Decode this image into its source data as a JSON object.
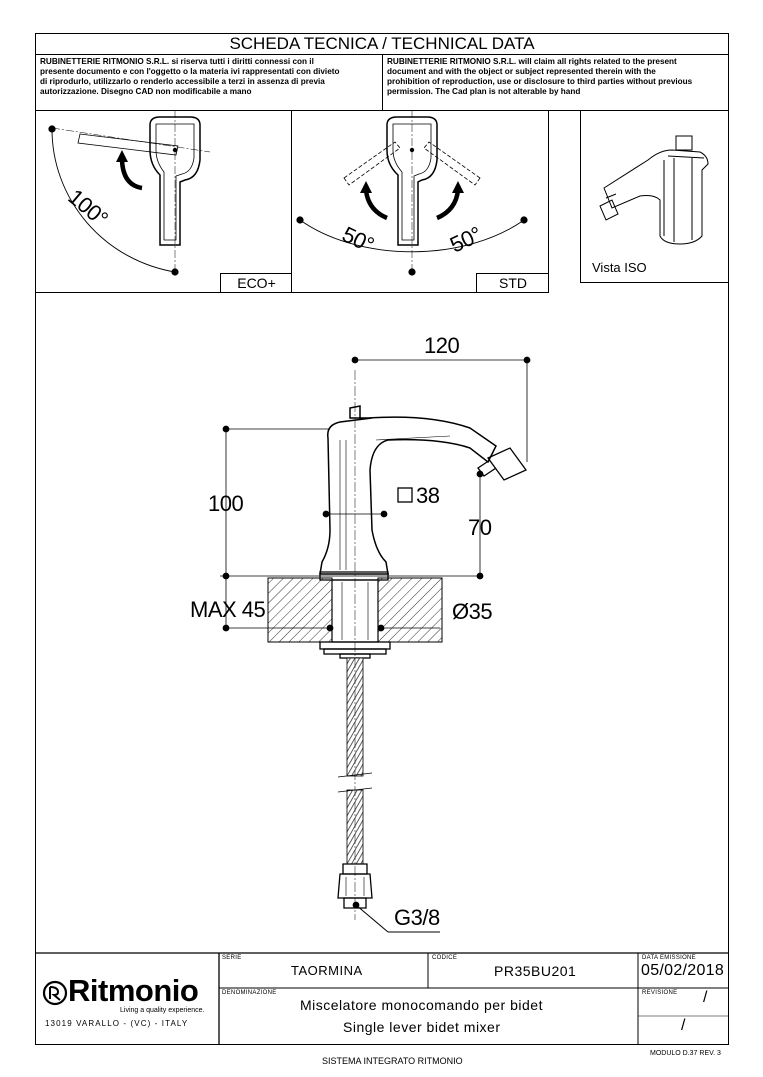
{
  "header": {
    "title": "SCHEDA TECNICA / TECHNICAL DATA",
    "legal_it": [
      "RUBINETTERIE RITMONIO S.R.L. si riserva tutti i diritti connessi con il",
      "presente documento e con l'oggetto o la materia ivi rappresentati con divieto",
      "di riprodurlo, utilizzarlo o renderlo accessibile a terzi in assenza di previa",
      "autorizzazione. Disegno CAD non modificabile a mano"
    ],
    "legal_en": [
      "RUBINETTERIE RITMONIO S.R.L. will claim all rights related to the present",
      "document and with the object or subject represented therein with the",
      "prohibition  of reproduction, use or disclosure to third parties without previous",
      "permission.  The Cad plan is not alterable by hand"
    ]
  },
  "views": {
    "eco_label": "ECO+",
    "eco_angle": "100°",
    "std_label": "STD",
    "std_angle_left": "50°",
    "std_angle_right": "50°",
    "iso_label": "Vista ISO"
  },
  "dimensions": {
    "width": "120",
    "height": "100",
    "square": "38",
    "spout_height": "70",
    "max_deck": "MAX 45",
    "hole_diameter": "Ø35",
    "thread": "G3/8"
  },
  "titleblock": {
    "brand": "Ritmonio",
    "slogan": "Living a quality experience.",
    "address": "13019 VARALLO - (VC) - ITALY",
    "serie_label": "SERIE",
    "serie": "TAORMINA",
    "codice_label": "CODICE",
    "codice": "PR35BU201",
    "data_label": "DATA EMISSIONE",
    "data": "05/02/2018",
    "denominazione_label": "DENOMINAZIONE",
    "denominazione_it": "Miscelatore monocomando per bidet",
    "denominazione_en": "Single lever bidet mixer",
    "revisione_label": "REVISIONE",
    "revisione_1": "/",
    "revisione_2": "/"
  },
  "footer": {
    "system": "SISTEMA INTEGRATO RITMONIO",
    "module": "MODULO D.37 REV. 3"
  }
}
